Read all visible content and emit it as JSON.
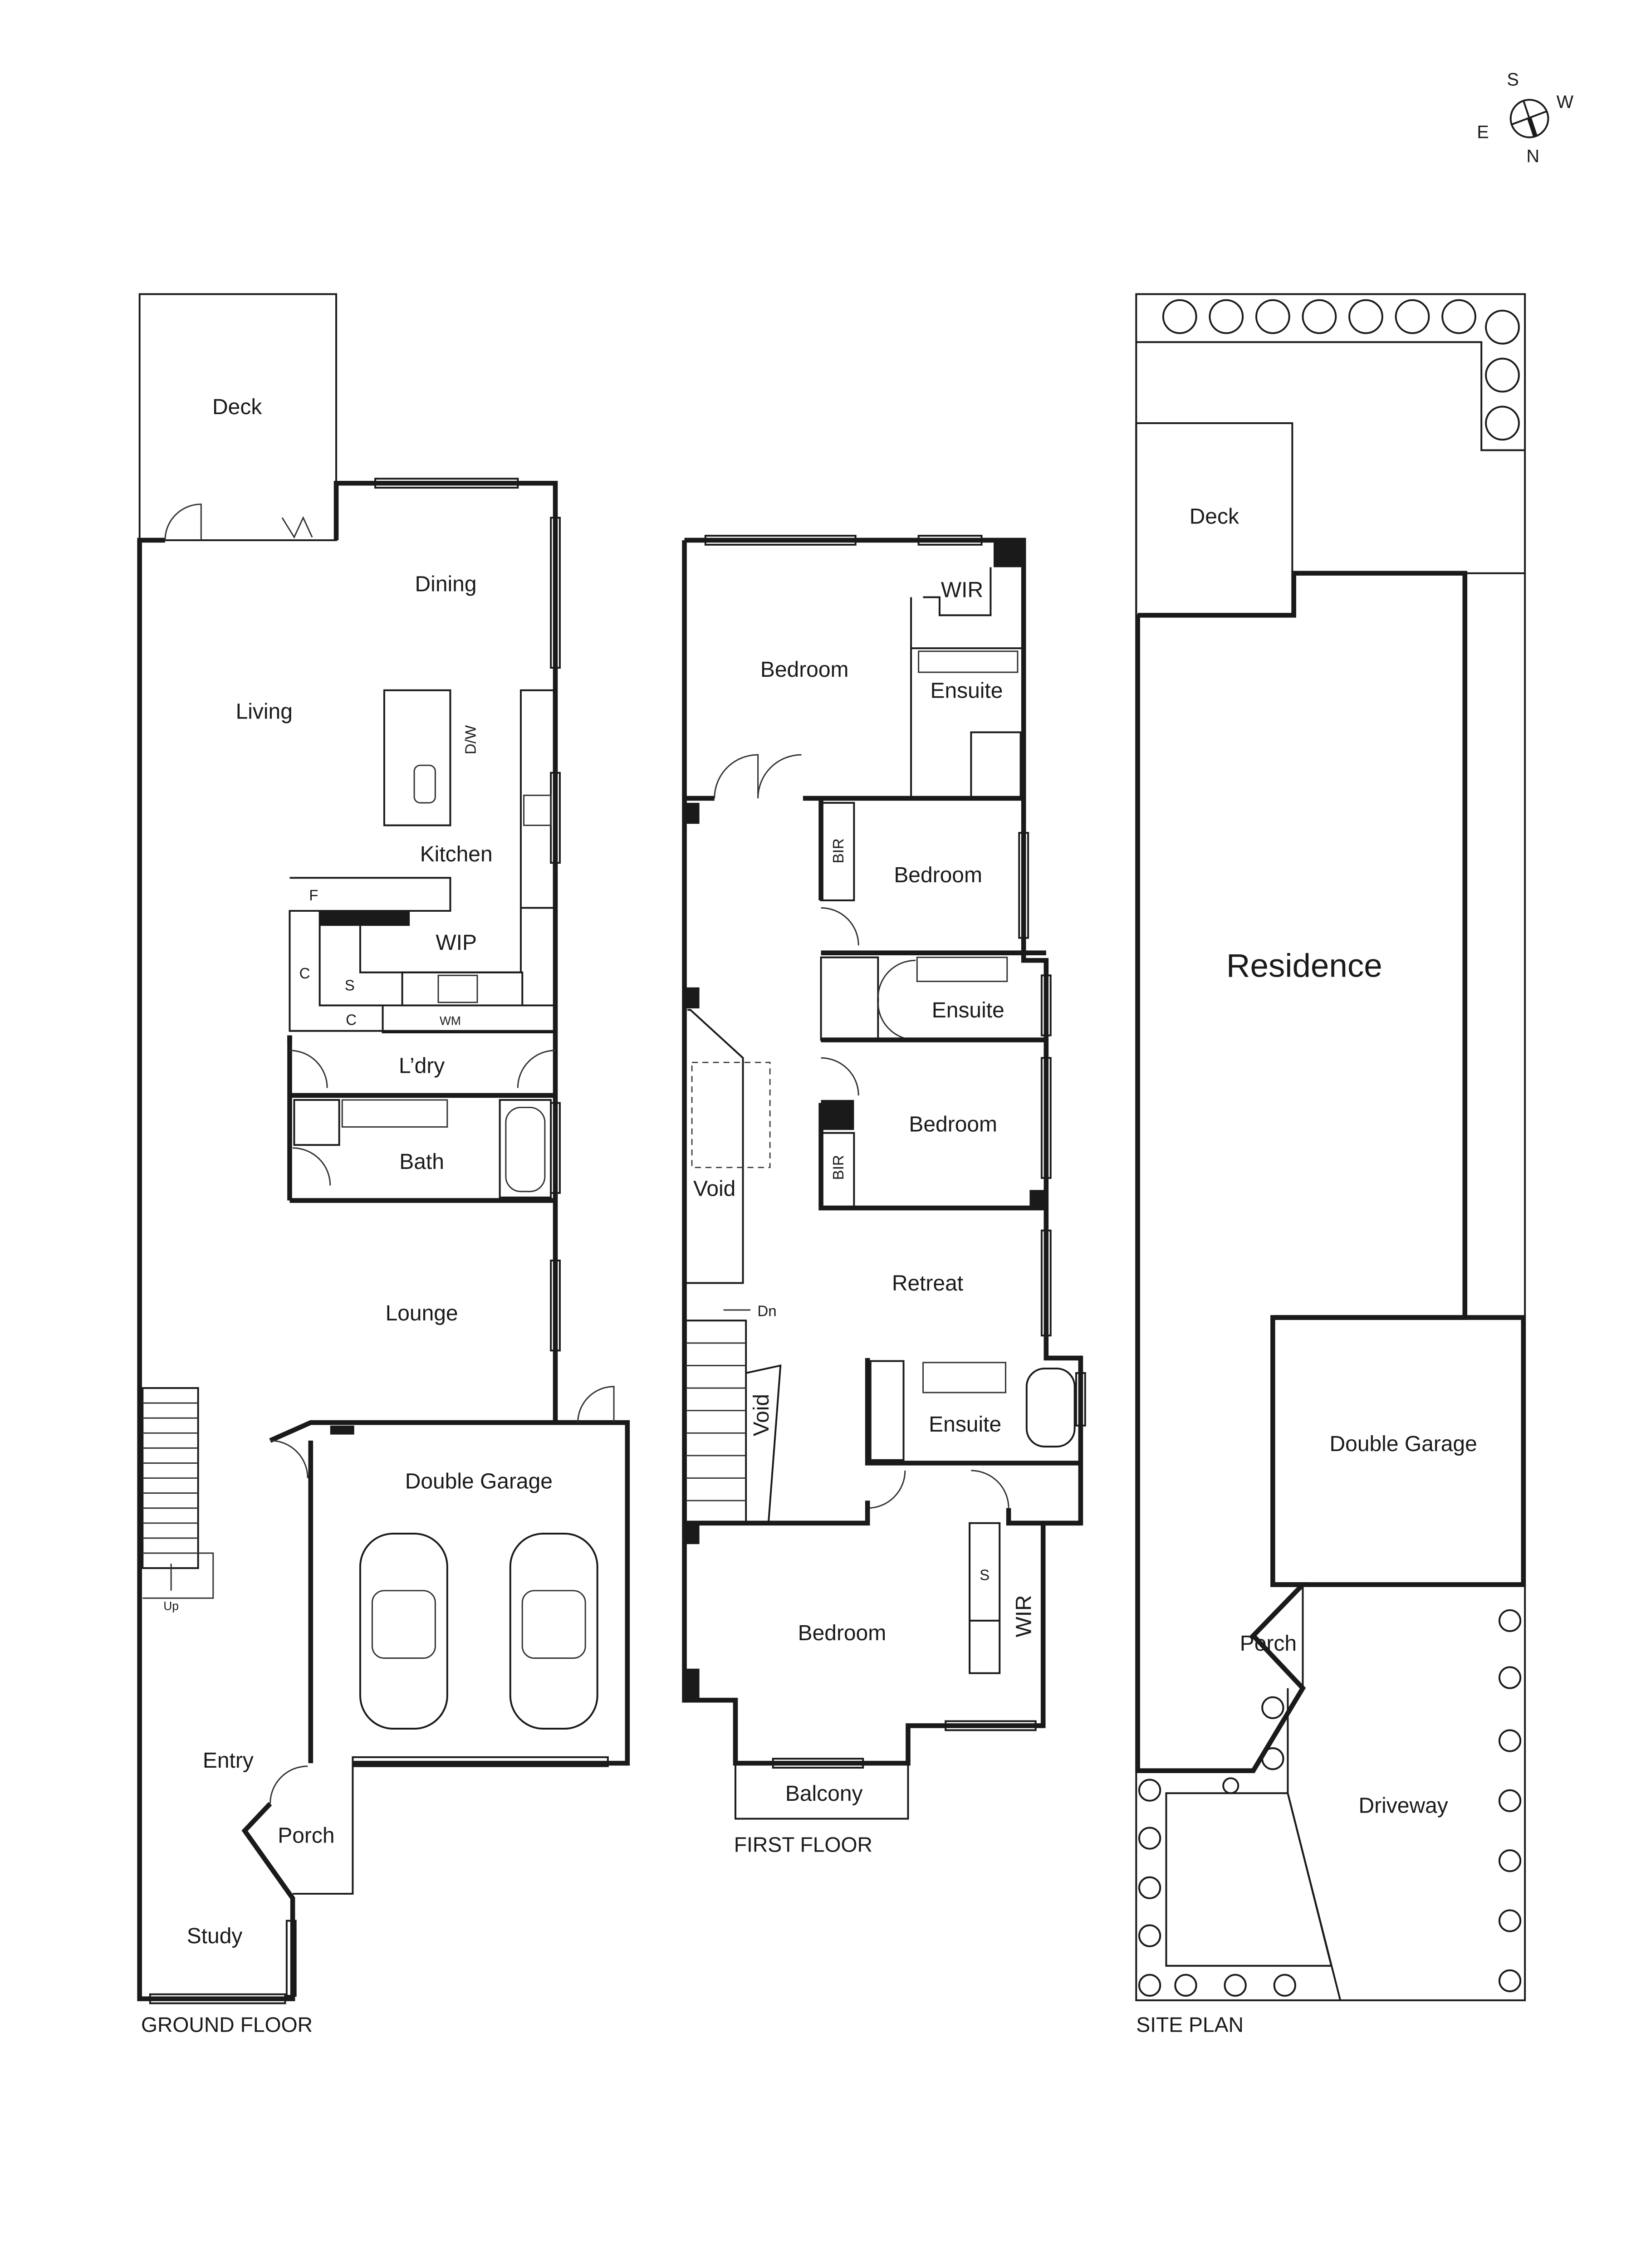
{
  "compass": {
    "s": "S",
    "w": "W",
    "e": "E",
    "n": "N",
    "north_direction": "bottom-right"
  },
  "ground_floor": {
    "title": "GROUND FLOOR",
    "rooms": {
      "deck": "Deck",
      "dining": "Dining",
      "living": "Living",
      "kitchen": "Kitchen",
      "wip": "WIP",
      "laundry": "L’dry",
      "bath": "Bath",
      "lounge": "Lounge",
      "garage": "Double Garage",
      "entry": "Entry",
      "porch": "Porch",
      "study": "Study"
    },
    "fixtures": {
      "dw": "D/W",
      "fridge": "F",
      "c1": "C",
      "s": "S",
      "c2": "C",
      "wm": "WM",
      "up": "Up"
    }
  },
  "first_floor": {
    "title": "FIRST FLOOR",
    "rooms": {
      "bed1": "Bedroom",
      "wir1": "WIR",
      "ensuite1": "Ensuite",
      "bed2": "Bedroom",
      "bir1": "BIR",
      "ensuite2": "Ensuite",
      "bed3": "Bedroom",
      "bir2": "BIR",
      "void1": "Void",
      "retreat": "Retreat",
      "dn": "Dn",
      "void2": "Void",
      "ensuite3": "Ensuite",
      "bed4": "Bedroom",
      "s": "S",
      "wir2": "WIR",
      "balcony": "Balcony"
    }
  },
  "site_plan": {
    "title": "SITE PLAN",
    "areas": {
      "deck": "Deck",
      "residence": "Residence",
      "garage": "Double Garage",
      "porch": "Porch",
      "driveway": "Driveway"
    }
  }
}
